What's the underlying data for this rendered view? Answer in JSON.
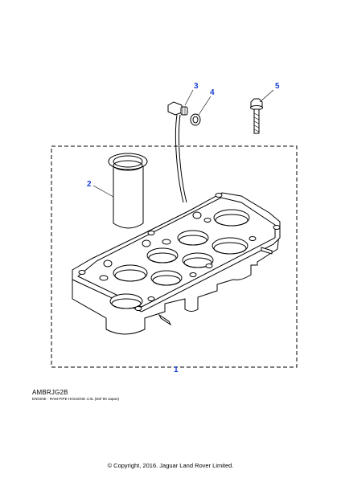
{
  "callouts": {
    "c1": "1",
    "c2": "2",
    "c3": "3",
    "c4": "4",
    "c5": "5"
  },
  "footer": {
    "code": "AMBRJG2B",
    "caption": "ENGINE - RAM PIPE HOUSING 4.0L (Def 90 Japan)",
    "copyright": "© Copyright, 2016. Jaguar Land Rover Limited."
  },
  "colors": {
    "callout": "#1a3fd6",
    "line": "#000000"
  }
}
